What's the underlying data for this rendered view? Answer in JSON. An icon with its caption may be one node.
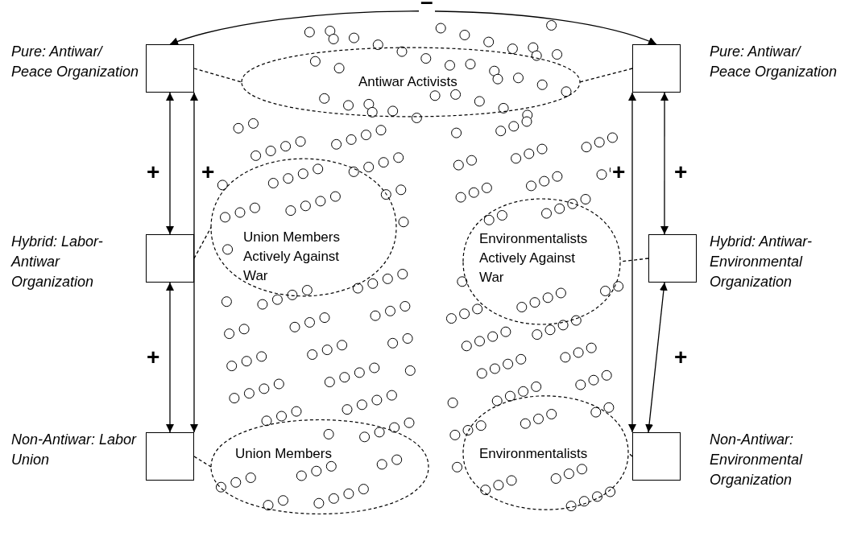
{
  "diagram": {
    "nodes": [
      {
        "text": [
          "Pure: Antiwar/ Peace Organization"
        ]
      },
      {
        "text": [
          "Antiwar Activists"
        ]
      },
      {
        "text": [
          "Pure: Antiwar/ Peace Organization"
        ]
      },
      {
        "text": [
          "Hybrid: Labor-Antiwar Organization"
        ]
      },
      {
        "text": [
          "Union Members Actively Against War"
        ]
      },
      {
        "text": [
          "Environmentalists Actively Against War"
        ]
      },
      {
        "text": [
          "Hybrid: Antiwar- Environmental Organization"
        ]
      },
      {
        "text": [
          "Non-Antiwar: Labor Union"
        ]
      },
      {
        "text": [
          "Union Members"
        ]
      },
      {
        "text": [
          "Environmentalists"
        ]
      },
      {
        "text": [
          "Non-Antiwar: Environmental Organization"
        ]
      }
    ],
    "edges": [
      {
        "from": 0,
        "to": 2,
        "arrow": "both",
        "label": "–"
      },
      {
        "from": 0,
        "to": 3,
        "arrow": "both",
        "label": "+"
      },
      {
        "from": 0,
        "to": 7,
        "arrow": "both",
        "label": "+"
      },
      {
        "from": 3,
        "to": 7,
        "arrow": "both",
        "label": "+"
      },
      {
        "from": 2,
        "to": 10,
        "arrow": "both",
        "label": "+"
      },
      {
        "from": 2,
        "to": 6,
        "arrow": "both",
        "label": "+"
      },
      {
        "from": 6,
        "to": 10,
        "arrow": "both",
        "label": "+"
      },
      {
        "from": 0,
        "to": 1,
        "arrow": "none",
        "style": "dashed"
      },
      {
        "from": 2,
        "to": 1,
        "arrow": "none",
        "style": "dashed"
      },
      {
        "from": 3,
        "to": 4,
        "arrow": "none",
        "style": "dashed"
      },
      {
        "from": 6,
        "to": 5,
        "arrow": "none",
        "style": "dashed"
      },
      {
        "from": 7,
        "to": 8,
        "arrow": "none",
        "style": "dashed"
      },
      {
        "from": 10,
        "to": 9,
        "arrow": "none",
        "style": "dashed"
      }
    ]
  }
}
